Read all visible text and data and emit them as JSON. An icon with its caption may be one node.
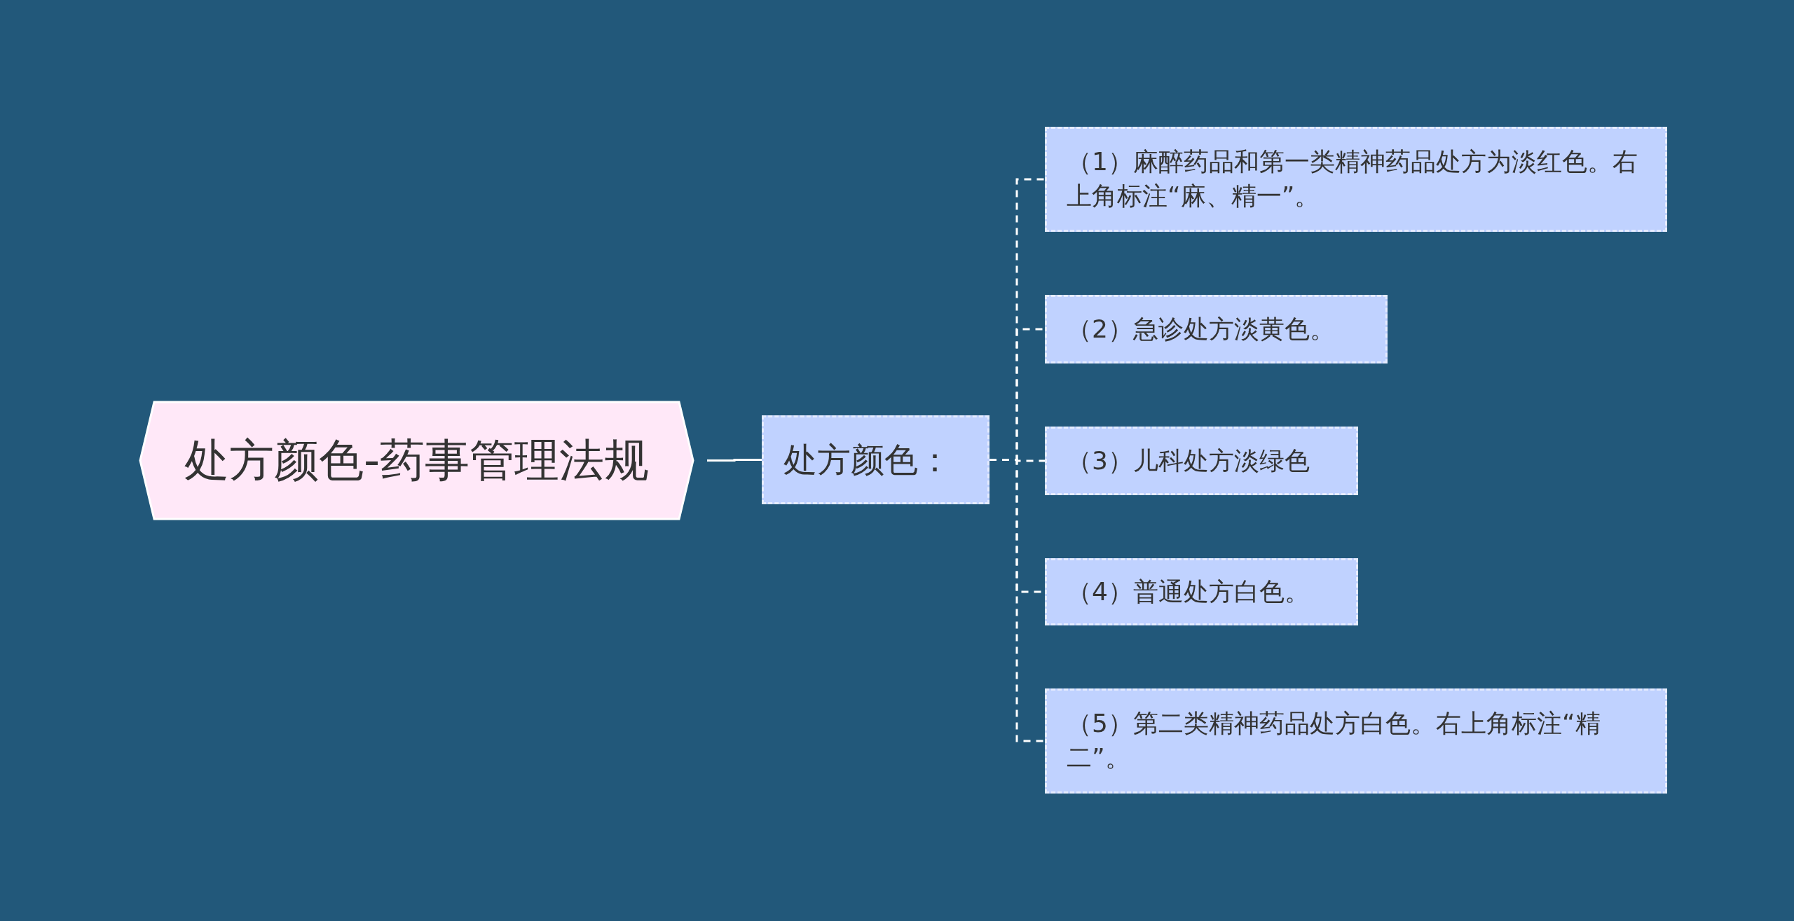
{
  "diagram": {
    "nodes": [
      {
        "text": [
          "处方颜色-药事管理法规"
        ]
      },
      {
        "text": [
          "处方颜色："
        ]
      },
      {
        "text": [
          "（1）麻醉药品和第一类精神药品处方为淡红色。右上角标注“麻、精一”。"
        ]
      },
      {
        "text": [
          "（2）急诊处方淡黄色。"
        ]
      },
      {
        "text": [
          "（3）儿科处方淡绿色"
        ]
      },
      {
        "text": [
          "（4）普通处方白色。"
        ]
      },
      {
        "text": [
          "（5）第二类精神药品处方白色。右上角标注“精二”。"
        ]
      }
    ],
    "edges": [
      {
        "from": 0,
        "to": 1,
        "arrow": "none"
      },
      {
        "from": 1,
        "to": 2,
        "arrow": "none",
        "style": "dashed"
      },
      {
        "from": 1,
        "to": 3,
        "arrow": "none",
        "style": "dashed"
      },
      {
        "from": 1,
        "to": 4,
        "arrow": "none",
        "style": "dashed"
      },
      {
        "from": 1,
        "to": 5,
        "arrow": "none",
        "style": "dashed"
      },
      {
        "from": 1,
        "to": 6,
        "arrow": "none",
        "style": "dashed"
      }
    ]
  }
}
